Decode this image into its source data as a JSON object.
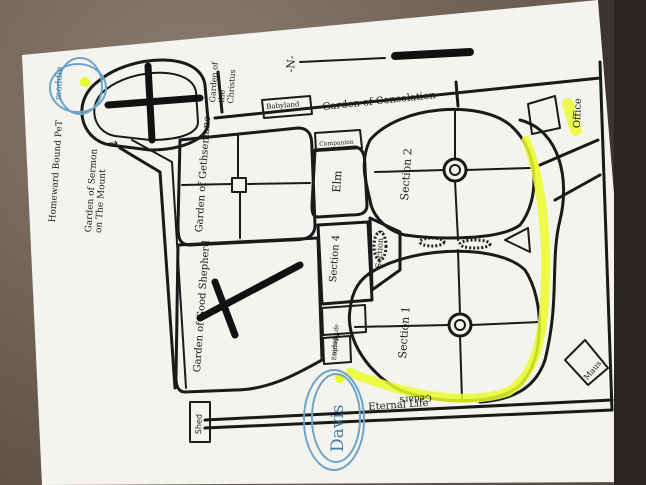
{
  "map": {
    "labels": {
      "homeward_bound": "Homeward Bound PeT",
      "sermon_mount": "Garden of Sermon on The Mount",
      "garden_christus": "Garden of the Christus",
      "babyland": "Babyland",
      "consolation": "Garden of Consolation",
      "office": "Office",
      "gethsemane": "Garden of Gethsemane",
      "companion": "Companion",
      "elm": "Elm",
      "section_2": "Section 2",
      "section_3": "Section 3",
      "section_4": "Section 4",
      "section_1": "Section 1",
      "good_shepherd": "Garden of Good Shepherd",
      "maple": "Maple",
      "eternal_life_small": "Eternal Life",
      "eternal_life_road": "Eternal Life",
      "cedars": "Cedars",
      "shed": "Shed",
      "maus": "Maus",
      "davis": "Davis",
      "north": "-N-",
      "maddie": "maddie"
    },
    "colors": {
      "paper": "#f4f3ee",
      "ink": "#1a1a1a",
      "highlighter": "#e9fb2a",
      "pen_blue": "#6fa4c8",
      "background": "#6b5d52"
    }
  }
}
